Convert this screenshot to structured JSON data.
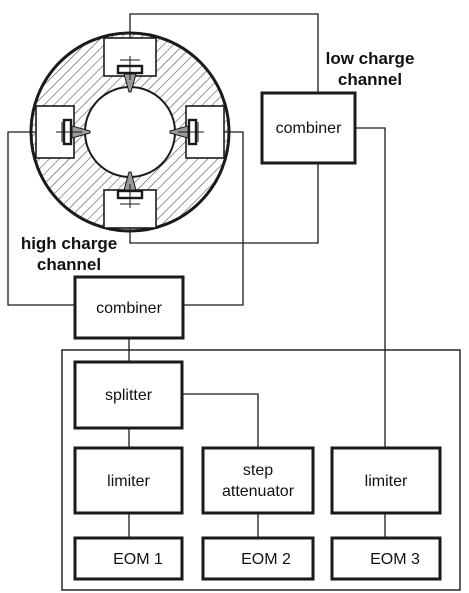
{
  "channels": {
    "low_line1": "low charge",
    "low_line2": "channel",
    "high_line1": "high charge",
    "high_line2": "channel"
  },
  "boxes": {
    "combiner_top": "combiner",
    "combiner_bottom": "combiner",
    "splitter": "splitter",
    "limiter_left": "limiter",
    "step_line1": "step",
    "step_line2": "attenuator",
    "limiter_right": "limiter",
    "eom1": "EOM 1",
    "eom2": "EOM 2",
    "eom3": "EOM 3"
  }
}
